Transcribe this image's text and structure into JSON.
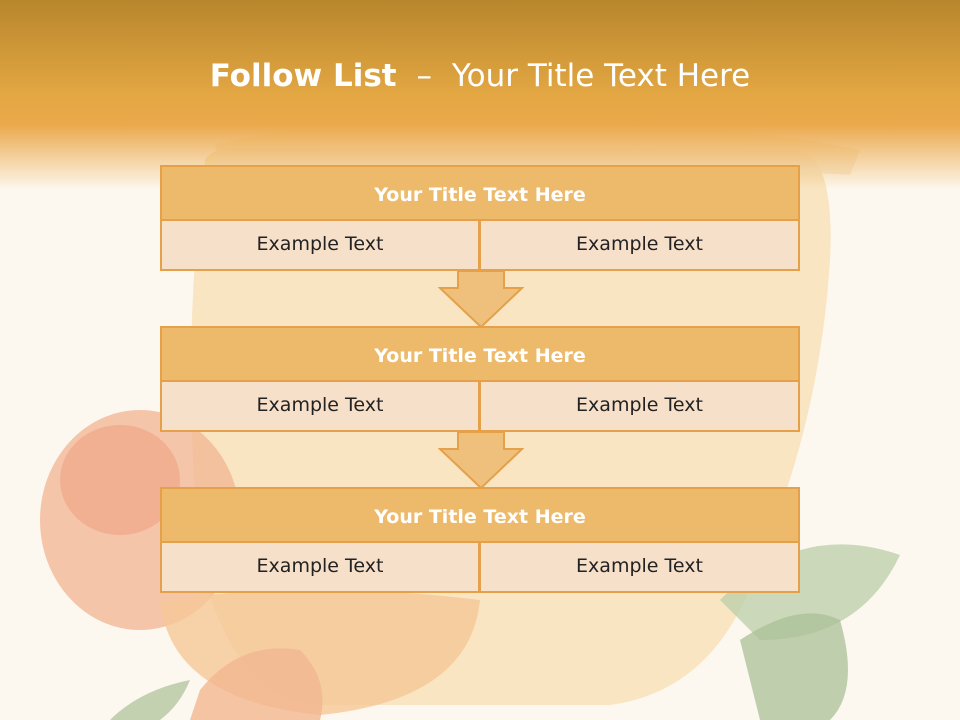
{
  "slide": {
    "title_bold": "Follow List",
    "title_separator": "–",
    "title_rest": "Your Title Text Here"
  },
  "blocks": [
    {
      "title": "Your Title Text Here",
      "left": "Example Text",
      "right": "Example Text"
    },
    {
      "title": "Your Title Text Here",
      "left": "Example Text",
      "right": "Example Text"
    },
    {
      "title": "Your Title Text Here",
      "left": "Example Text",
      "right": "Example Text"
    }
  ],
  "colors": {
    "header_band": "#e3a743",
    "block_header": "#edba6c",
    "block_cell": "#f7e0c9",
    "border": "#e5a04a",
    "arrow_fill": "#eec07c"
  }
}
